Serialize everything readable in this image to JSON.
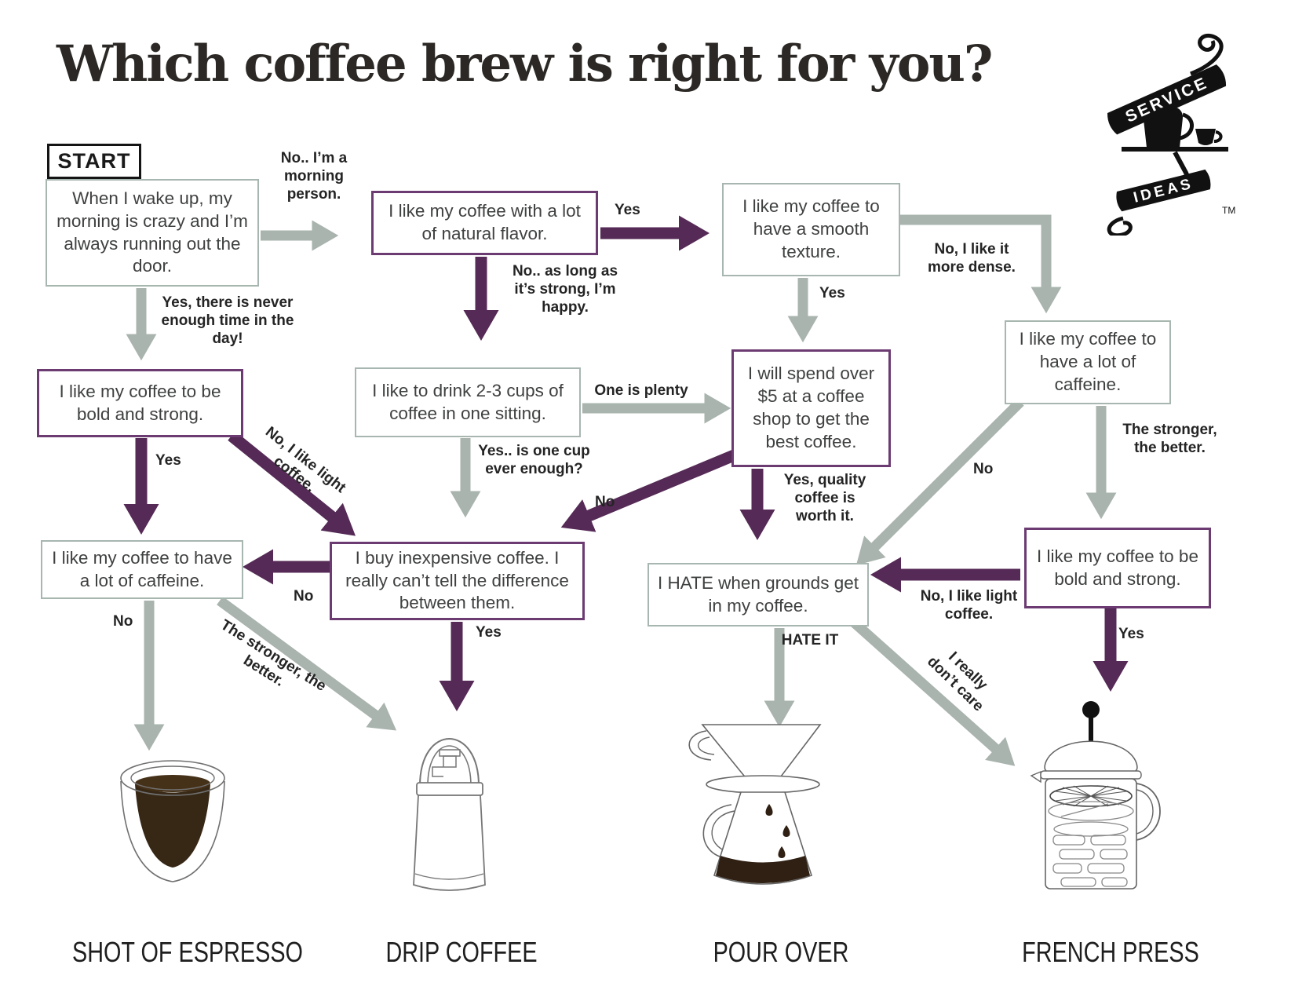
{
  "title": "Which coffee brew is right for you?",
  "logo": {
    "service": "SERVICE",
    "ideas": "IDEAS",
    "tm": "TM"
  },
  "start_label": "START",
  "nodes": {
    "wake_up": "When I wake up, my morning is crazy and I’m always running out the door.",
    "natural_flavor": "I like my coffee with a lot of natural flavor.",
    "smooth_texture": "I like my coffee to have a smooth texture.",
    "caffeine_right": "I like my coffee to have a lot of caffeine.",
    "spend_five": "I will spend over $5 at a coffee shop to get the best coffee.",
    "two_three_cups": "I like to drink 2-3 cups of coffee in one sitting.",
    "bold_strong_left": "I like my coffee to be bold and strong.",
    "caffeine_left": "I like my coffee to have a lot of caffeine.",
    "inexpensive": "I buy inexpensive coffee. I really can’t tell the difference between them.",
    "hate_grounds": "I HATE when grounds get in my coffee.",
    "bold_strong_right": "I like my coffee to be bold and strong."
  },
  "edges": {
    "no_morning": "No.. I’m a morning person.",
    "yes_no_time": "Yes, there is never enough time in the day!",
    "yes_flavor": "Yes",
    "no_strong_happy": "No.. as long as it’s strong, I’m happy.",
    "no_dense": "No, I like it more dense.",
    "yes_smooth": "Yes",
    "one_is_plenty": "One is plenty",
    "yes_one_cup": "Yes.. is one cup ever enough?",
    "yes_bold_left": "Yes",
    "no_light_left": "No, I like light coffee.",
    "no_caffeine_right": "No",
    "stronger_right": "The stronger, the better.",
    "yes_quality": "Yes, quality coffee is worth it.",
    "no_spend": "No",
    "no_inexpensive": "No",
    "yes_inexpensive": "Yes",
    "no_caffeine_left": "No",
    "stronger_left": "The stronger, the better.",
    "hate_it": "HATE IT",
    "dont_care": "I really don’t care",
    "no_light_right": "No, I like light coffee.",
    "yes_bold_right": "Yes"
  },
  "outcomes": [
    "SHOT OF ESPRESSO",
    "DRIP COFFEE",
    "POUR OVER",
    "FRENCH PRESS"
  ],
  "colors": {
    "arrow_purple": "#552a56",
    "purple_border": "#6c3b72",
    "arrow_gray": "#a9b4ae",
    "box_gray_border": "#a8b6b0"
  }
}
